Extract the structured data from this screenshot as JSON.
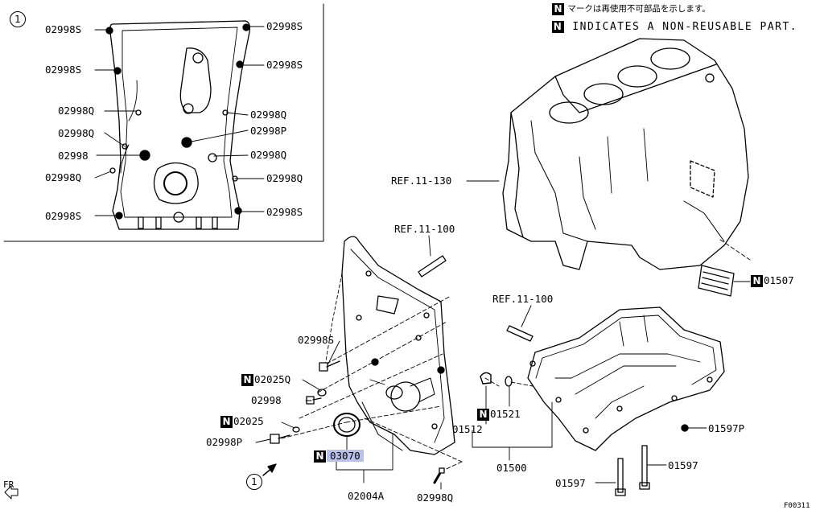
{
  "notices": {
    "nonreusable_jp": "マークは再使用不可部品を示します。",
    "nonreusable_en": "INDICATES A NON-REUSABLE PART.",
    "n_mark": "N"
  },
  "inset": {
    "callout": "1",
    "labels": {
      "tl1": "02998S",
      "tl2": "02998S",
      "tl3": "02998Q",
      "tl4": "02998Q",
      "tl5": "02998",
      "tl6": "02998Q",
      "tl7": "02998S",
      "tr1": "02998S",
      "tr2": "02998S",
      "tr3": "02998Q",
      "tr4": "02998P",
      "tr5": "02998Q",
      "tr6": "02998Q",
      "tr7": "02998S"
    }
  },
  "refs": {
    "ref_130": "REF.11-130",
    "ref_100a": "REF.11-100",
    "ref_100b": "REF.11-100"
  },
  "parts": {
    "p01507": "01507",
    "p02998s": "02998S",
    "p02025q": "02025Q",
    "p02998": "02998",
    "p02025": "02025",
    "p02998p": "02998P",
    "p03070": "03070",
    "p02004a": "02004A",
    "p02998q": "02998Q",
    "p01512": "01512",
    "p01521": "01521",
    "p01500": "01500",
    "p01597p": "01597P",
    "p01597a": "01597",
    "p01597b": "01597"
  },
  "callout_main": "1",
  "front_label": "FR",
  "figure_id": "F00311"
}
